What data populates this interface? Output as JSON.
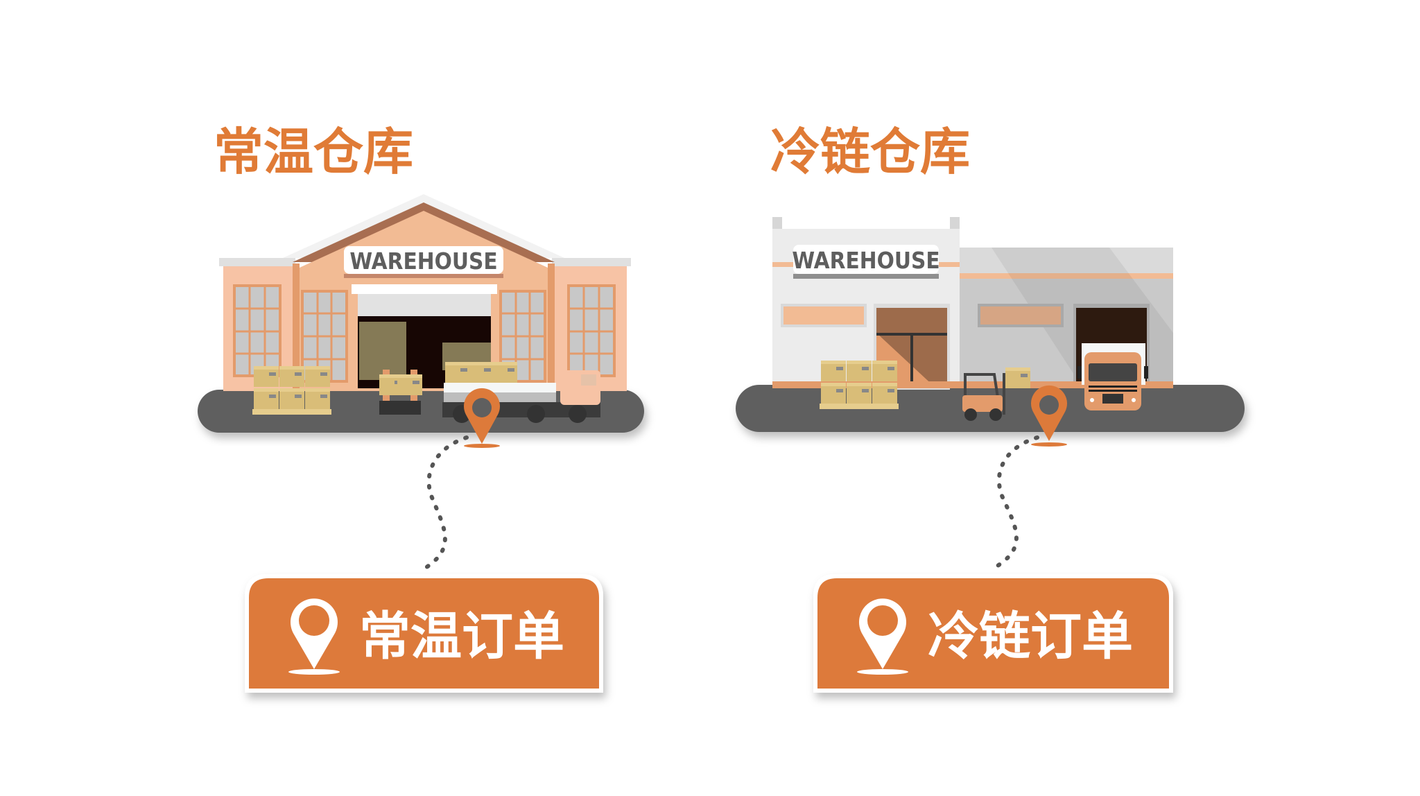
{
  "colors": {
    "accent": "#dd7a3a",
    "road": "#5f5f5f",
    "title": "#e07b36"
  },
  "ambient": {
    "title": "常温仓库",
    "sign": "WAREHOUSE",
    "button_label": "常温订单",
    "button_icon": "map-pin-icon"
  },
  "cold_chain": {
    "title": "冷链仓库",
    "sign": "WAREHOUSE",
    "button_label": "冷链订单",
    "button_icon": "map-pin-icon"
  }
}
